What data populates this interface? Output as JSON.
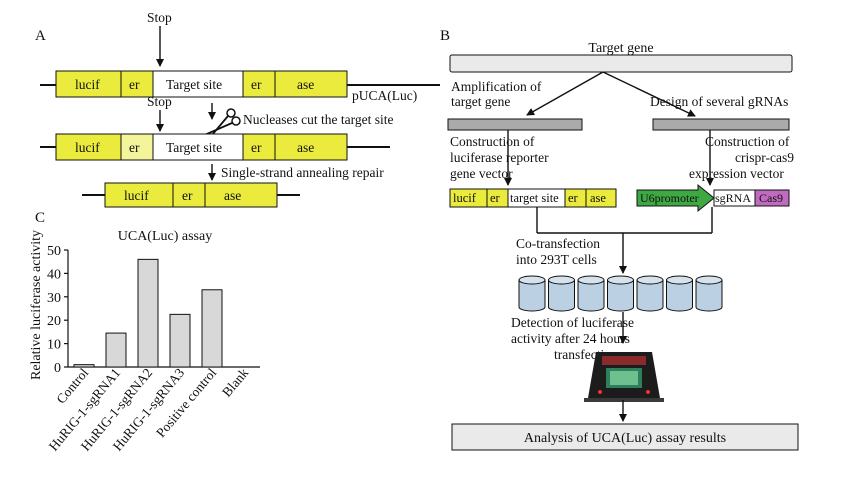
{
  "colors": {
    "yellow": "#eaeb3d",
    "gray_box": "#a9aaa9",
    "light_box": "#e9eae9",
    "bar_fill": "#d8d8d8",
    "green": "#3ea843",
    "magenta": "#c06bbf",
    "cylinder": "#bcd0e3"
  },
  "panel_a": {
    "label": "A",
    "stop": "Stop",
    "stop2": "Stop",
    "row1": {
      "seg1": "lucif",
      "seg2": "er",
      "seg3": "Target site",
      "seg4": "er",
      "seg5": "ase"
    },
    "plasmid": "pUCA(Luc)",
    "row2": {
      "seg1": "lucif",
      "seg2": "er",
      "seg3": "Target site",
      "seg4": "er",
      "seg5": "ase"
    },
    "nucleases": "Nucleases cut the target site",
    "repair": "Single-strand annealing repair",
    "row3": {
      "seg1": "lucif",
      "seg2": "er",
      "seg3": "ase"
    }
  },
  "panel_b": {
    "label": "B",
    "target_gene": "Target gene",
    "amp1": "Amplification of",
    "amp2": "target gene",
    "design": "Design of several gRNAs",
    "cons_left1": "Construction of",
    "cons_left2": "luciferase reporter",
    "cons_left3": "gene vector",
    "cons_right1": "Construction of",
    "cons_right2": "crispr-cas9",
    "cons_right3": "expression vector",
    "vec_left": {
      "seg1": "lucif",
      "seg2": "er",
      "seg3": "target site",
      "seg4": "er",
      "seg5": "ase"
    },
    "vec_right": {
      "seg1": "U6promoter",
      "seg2": "sgRNA",
      "seg3": "Cas9"
    },
    "cotrans1": "Co-transfection",
    "cotrans2": "into 293T cells",
    "detect1": "Detection of luciferase",
    "detect2": "activity after 24 hours",
    "detect3": "transfection",
    "analysis": "Analysis of UCA(Luc) assay results"
  },
  "panel_c": {
    "label": "C"
  },
  "chart_data": {
    "type": "bar",
    "title": "UCA(Luc) assay",
    "ylabel": "Relative luciferase activity",
    "xlabel": "",
    "categories": [
      "Control",
      "HuRIG-1-sgRNA1",
      "HuRIG-1-sgRNA2",
      "HuRIG-1-sgRNA3",
      "Positive control",
      "Blank"
    ],
    "values": [
      1,
      14.5,
      46,
      22.5,
      33,
      0
    ],
    "ylim": [
      0,
      50
    ],
    "yticks": [
      "0",
      "10",
      "20",
      "30",
      "40",
      "50"
    ],
    "grid": false,
    "legend": "none"
  }
}
